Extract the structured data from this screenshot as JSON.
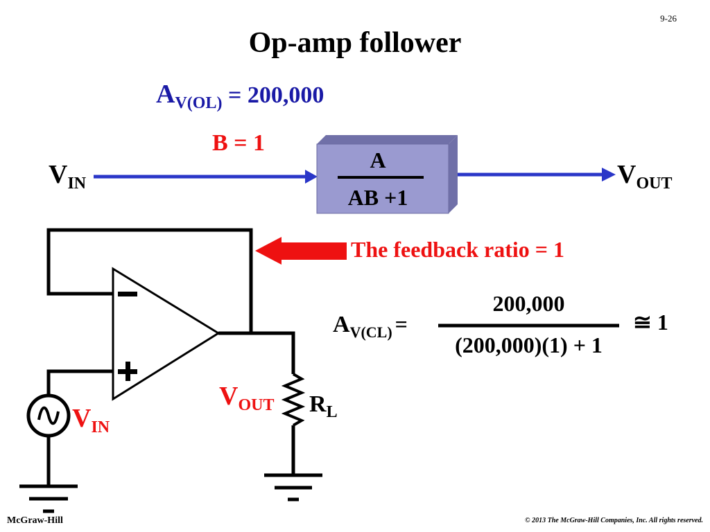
{
  "slide_number": "9-26",
  "title": "Op-amp follower",
  "block_diagram": {
    "open_loop_gain": {
      "main": "A",
      "subscript": "V(OL)",
      "value": "= 200,000"
    },
    "feedback": "B = 1",
    "input": {
      "main": "V",
      "subscript": "IN"
    },
    "output": {
      "main": "V",
      "subscript": "OUT"
    },
    "box_numerator": "A",
    "box_denominator": "AB +1"
  },
  "circuit": {
    "feedback_note": "The feedback ratio = 1",
    "minus_sign": "–",
    "plus_sign": "+",
    "source_label": {
      "main": "V",
      "subscript": "IN"
    },
    "output_label": {
      "main": "V",
      "subscript": "OUT"
    },
    "load_label": {
      "main": "R",
      "subscript": "L"
    }
  },
  "equation": {
    "lhs": {
      "main": "A",
      "subscript": "V(CL)",
      "equals": "="
    },
    "numerator": "200,000",
    "denominator": "(200,000)(1) + 1",
    "result": "≅ 1"
  },
  "footer": {
    "publisher": "McGraw-Hill",
    "copyright": "© 2013 The McGraw-Hill Companies, Inc. All rights reserved."
  },
  "colors": {
    "blue": "#1a1aa6",
    "red": "#ee1111",
    "box_fill": "#9a9ad0",
    "arrow_blue": "#2a36c8"
  }
}
